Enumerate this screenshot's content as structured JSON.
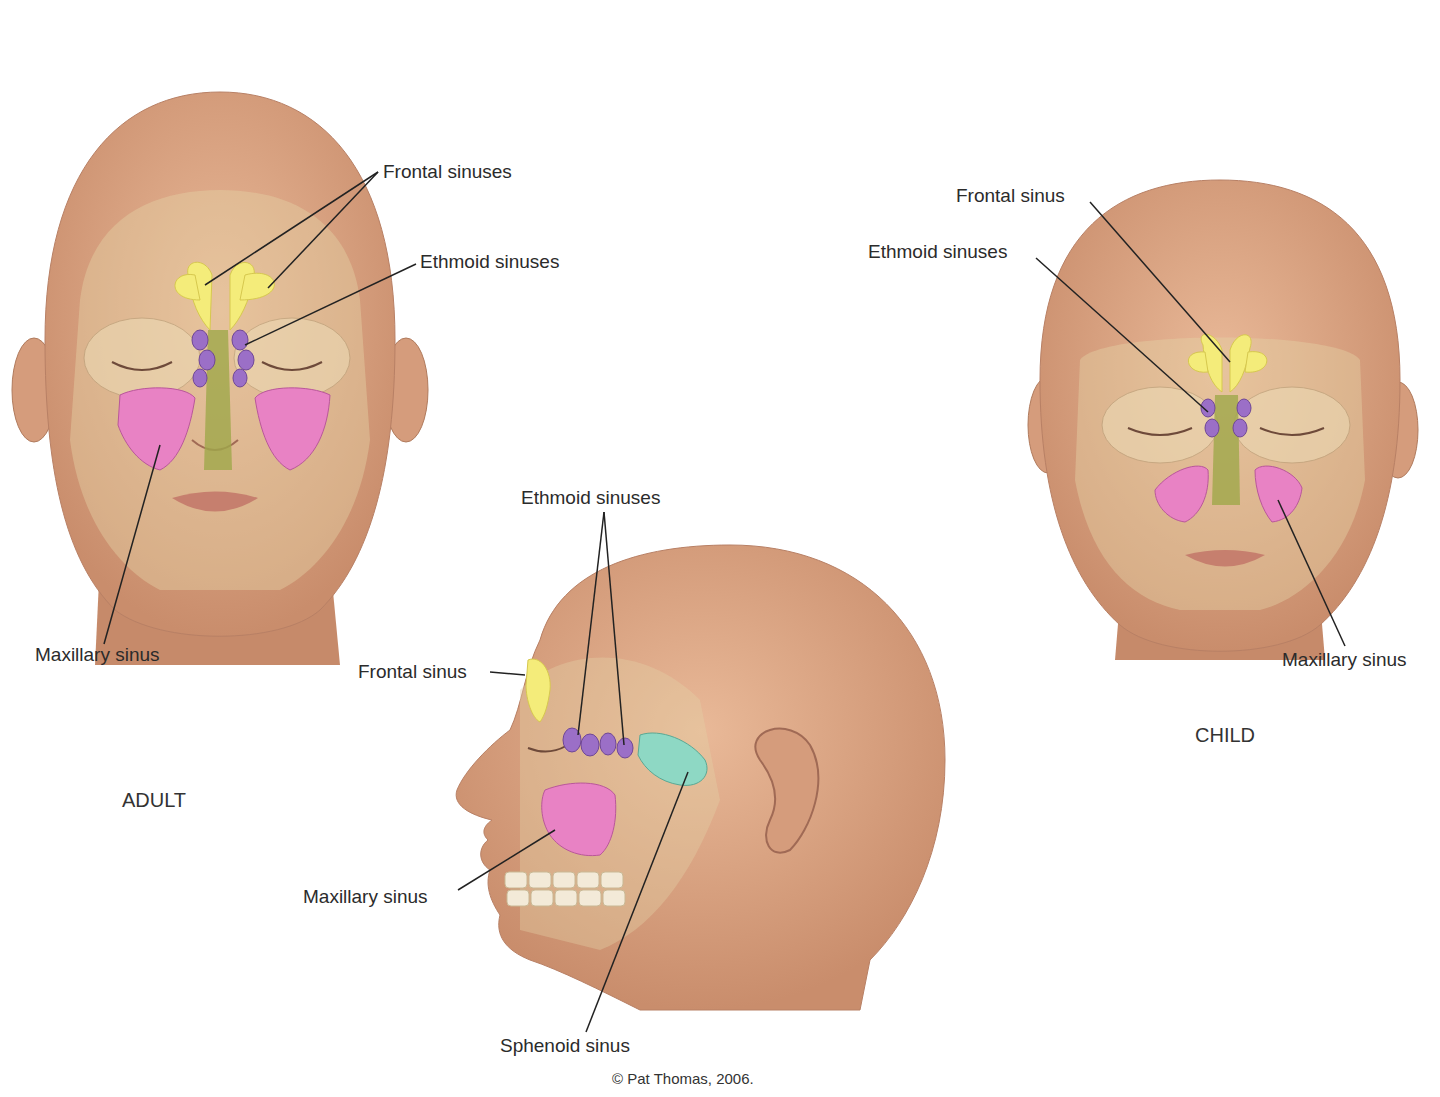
{
  "diagram": {
    "labels": [
      "Frontal sinuses",
      "Ethmoid sinuses",
      "Frontal sinus",
      "Ethmoid sinuses",
      "Maxillary sinus",
      "Ethmoid sinuses",
      "Frontal sinus",
      "Maxillary sinus",
      "CHILD",
      "ADULT",
      "Maxillary sinus",
      "Sphenoid sinus",
      "© Pat Thomas, 2006."
    ]
  }
}
